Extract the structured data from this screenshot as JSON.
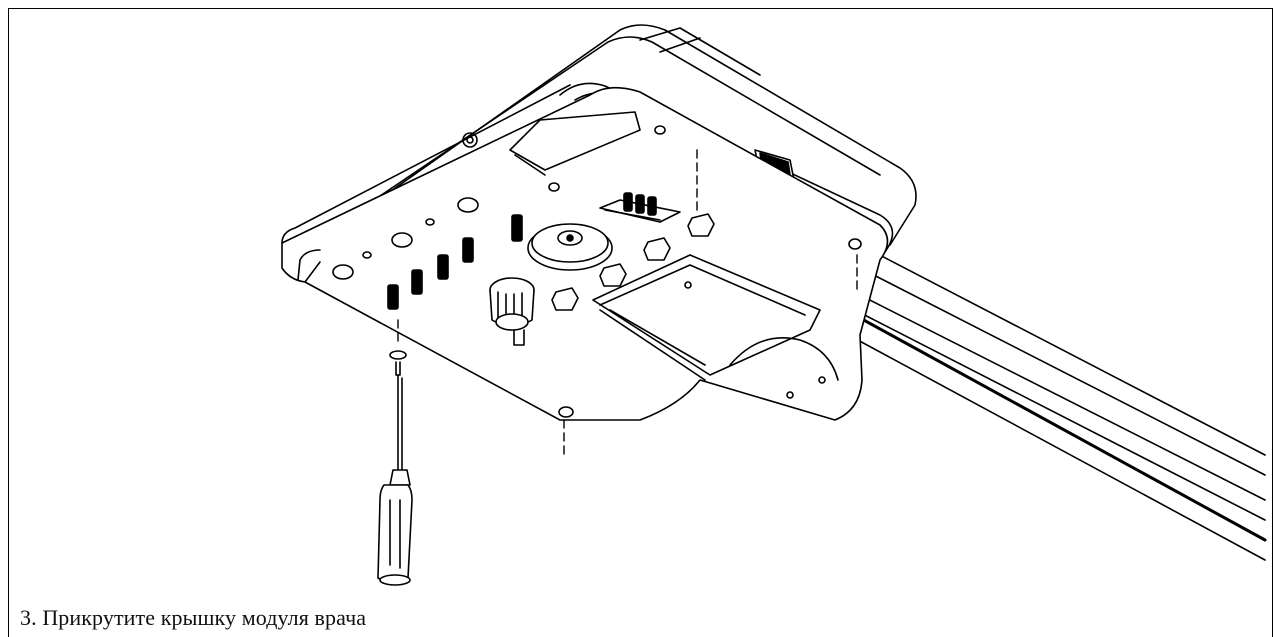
{
  "caption": {
    "step_number": "3.",
    "text": "Прикрутите крышку модуля врача"
  },
  "illustration": {
    "subject": "physician-module-cover-assembly",
    "tool": "screwdriver-icon",
    "line_color": "#000000",
    "fill_color": "#ffffff"
  }
}
